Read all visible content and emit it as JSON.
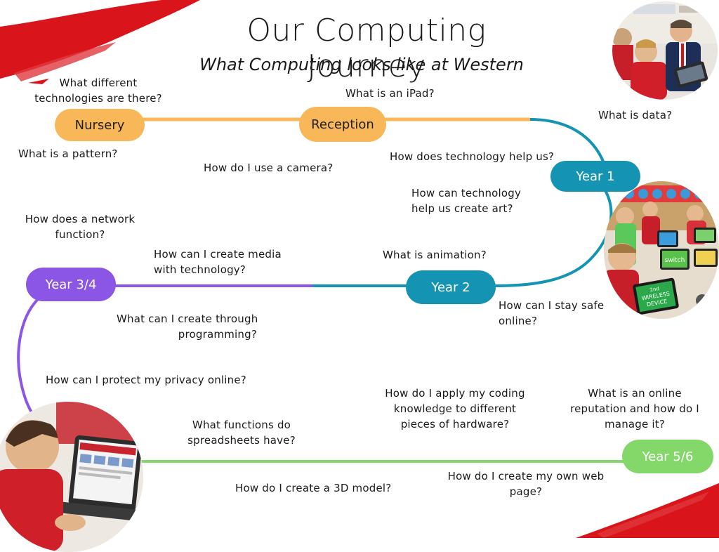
{
  "header": {
    "title": "Our Computing Journey",
    "subtitle": "What Computing looks like at Western"
  },
  "stages": {
    "nursery": "Nursery",
    "reception": "Reception",
    "year1": "Year 1",
    "year2": "Year 2",
    "year34": "Year 3/4",
    "year56": "Year 5/6"
  },
  "questions": {
    "q1": "What different\ntechnologies are there?",
    "q2": "What is a pattern?",
    "q3": "What is an iPad?",
    "q4": "How do I use a camera?",
    "q5": "How does technology help us?",
    "q6": "What is data?",
    "q7": "How can technology\nhelp us create art?",
    "q8": "How does a network\nfunction?",
    "q9": "How can I create media\nwith technology?",
    "q10": "What is animation?",
    "q11": "What can I create through\nprogramming?",
    "q12": "How can I stay safe\nonline?",
    "q13": "How can I protect my privacy online?",
    "q14": "How do I apply my coding\nknowledge to different\npieces of hardware?",
    "q15": "What is an online\nreputation and how do I\nmanage it?",
    "q16": "What functions do\nspreadsheets have?",
    "q17": "How do I create a 3D model?",
    "q18": "How do I create my own web\npage?"
  },
  "photo_text": {
    "tablet_top": "switch",
    "tablet_bottom_line1": "2nd",
    "tablet_bottom_line2": "WIRELESS",
    "tablet_bottom_line3": "DEVICE"
  },
  "colors": {
    "nursery_reception": "#f8b85a",
    "year1_2": "#1493b2",
    "year34": "#8b55e6",
    "year56": "#84d86a",
    "brush_red": "#d9141b"
  }
}
